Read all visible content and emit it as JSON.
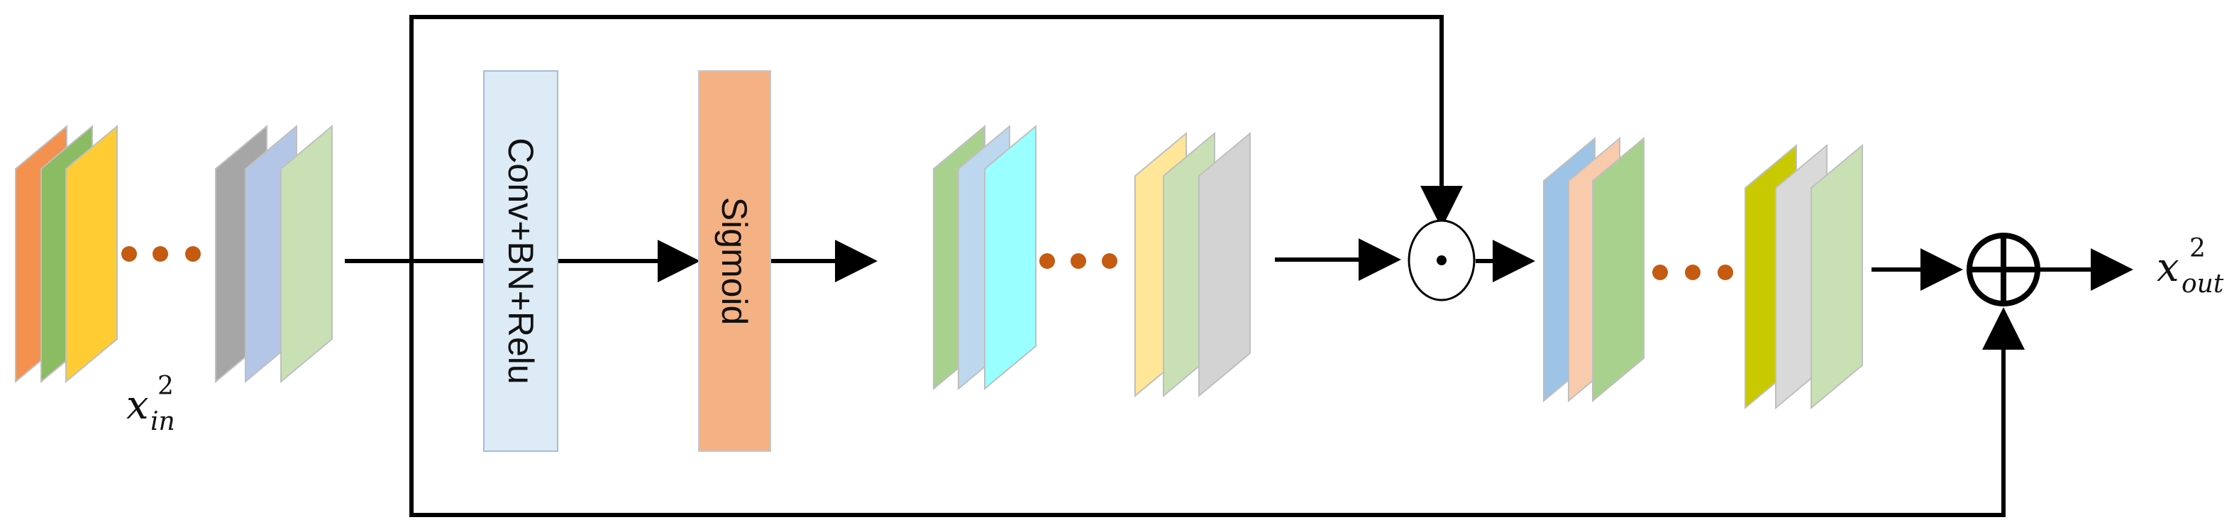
{
  "blocks": {
    "conv": {
      "label": "Conv+BN+Relu",
      "fill": "#DDEBF7",
      "stroke": "#A6BCD4"
    },
    "sigmoid": {
      "label": "Sigmoid",
      "fill": "#F4B183",
      "stroke": "#C6C6C6"
    }
  },
  "labels": {
    "input": {
      "base": "x",
      "sup": "2",
      "sub": "in"
    },
    "output": {
      "base": "x",
      "sup": "2",
      "sub": "out"
    }
  },
  "operators": {
    "multiply": {
      "name": "element-wise-multiply"
    },
    "add": {
      "name": "element-wise-add"
    }
  },
  "colors": {
    "line": "#000000",
    "ellipsis_dot": "#C55A11"
  },
  "feature_maps": {
    "input": [
      [
        "#F4914F",
        "#8BBB62",
        "#FFCC33"
      ],
      [
        "#A6A6A6",
        "#B4C6E7",
        "#C9E0B4"
      ]
    ],
    "attention": [
      [
        "#A9D18E",
        "#BDD7EE",
        "#99FFFF"
      ],
      [
        "#FFE699",
        "#C9E0B4",
        "#D3D3D3"
      ]
    ],
    "weighted": [
      [
        "#9DC3E6",
        "#F8CBAD",
        "#A9D18E"
      ],
      [
        "#C9C900",
        "#D9D9D9",
        "#C9E0B4"
      ]
    ]
  }
}
